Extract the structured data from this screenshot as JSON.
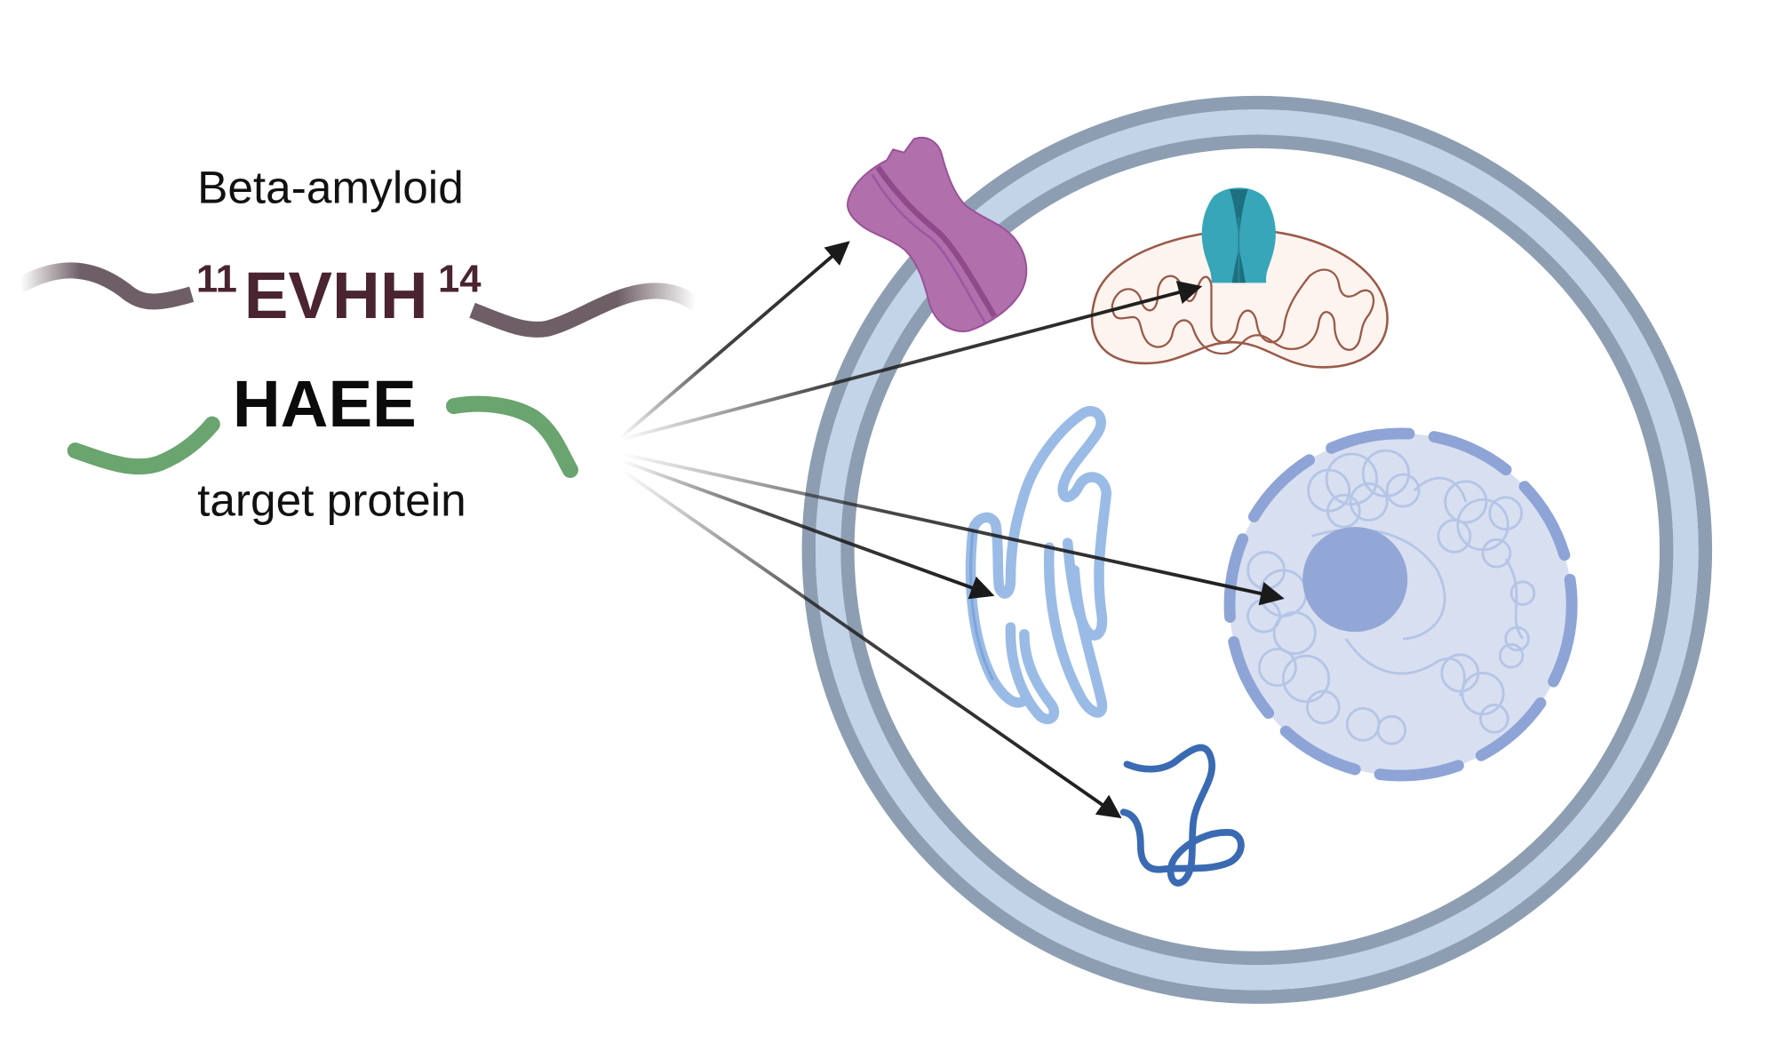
{
  "figure": {
    "title": "HAEE peptide binding beta-amyloid EVHH region and cellular targets",
    "labels": {
      "beta_amyloid": "Beta-amyloid",
      "evhh_left_superscript": "11",
      "evhh_sequence": "EVHH",
      "evhh_right_superscript": "14",
      "haee_sequence": "HAEE",
      "target_protein": "target protein"
    },
    "colors": {
      "beta_amyloid_strand": "#6e5f66",
      "evhh_text": "#4a2430",
      "haee_strand": "#6aa46f",
      "cell_membrane_outer": "#8e9eb2",
      "cell_membrane_inner": "#c3d3e8",
      "receptor": "#b070ac",
      "mitochondrion_outline": "#9a5a48",
      "mitochondrion_fill": "#fdf4f0",
      "mito_channel": "#37a6b8",
      "golgi": "#9abbe6",
      "nucleus_fill": "#d8dff0",
      "nucleus_envelope": "#8ea4d6",
      "nucleolus": "#93a7d6",
      "chromatin": "#b4c5e6",
      "cytosolic_protein": "#3a6ab2",
      "arrow": "#1a1a1a"
    },
    "targets": [
      {
        "id": "membrane-receptor",
        "name": "membrane receptor"
      },
      {
        "id": "mitochondrion",
        "name": "mitochondrion"
      },
      {
        "id": "golgi-apparatus",
        "name": "Golgi apparatus"
      },
      {
        "id": "nucleus",
        "name": "nucleus"
      },
      {
        "id": "cytosolic-protein",
        "name": "cytosolic protein"
      }
    ]
  }
}
